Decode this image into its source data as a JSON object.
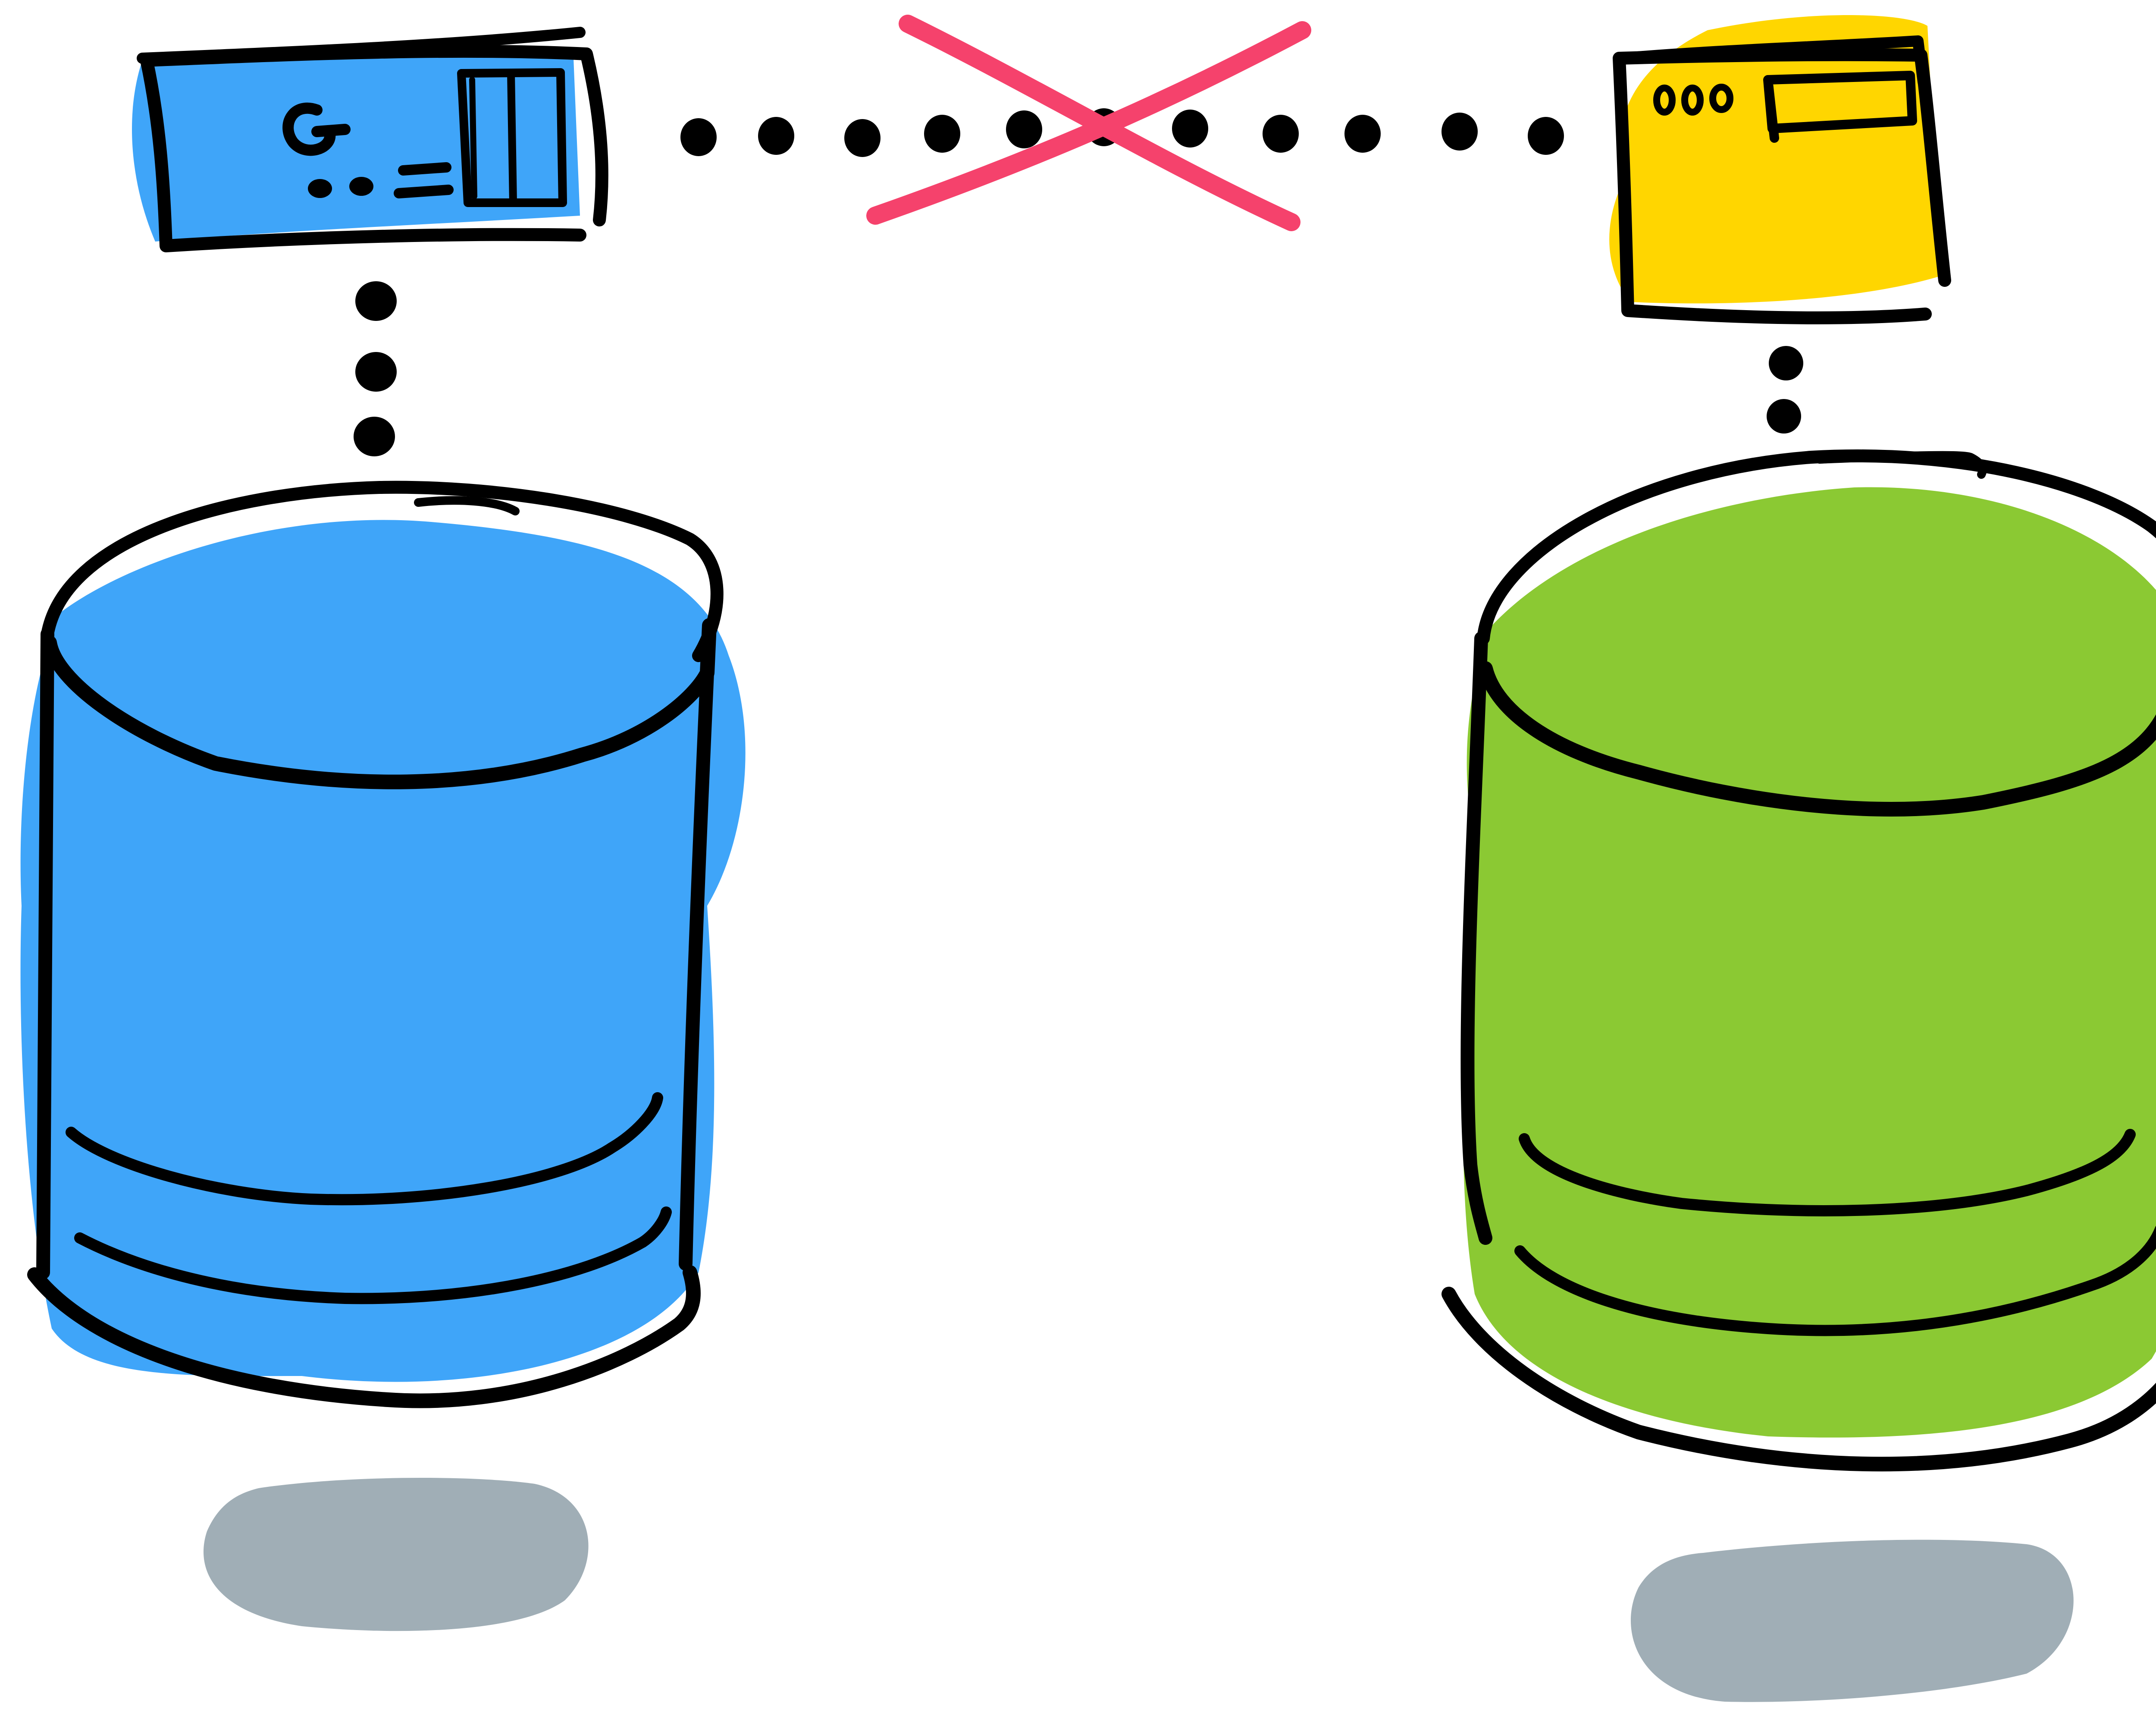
{
  "colors": {
    "background": "#ffffff",
    "ink": "#000000",
    "left_node": "#3fa5f9",
    "left_database": "#3fa5f9",
    "right_node": "#ffd600",
    "right_database": "#8bc933",
    "shadow": "#a0aeb6",
    "broken_link_cross": "#f5426c"
  },
  "nodes": [
    {
      "id": "left-server",
      "kind": "hardware-server-box",
      "icon": "power-button-and-drive-bays",
      "color": "left_node"
    },
    {
      "id": "right-server",
      "kind": "browser-window-box",
      "icon": "window-dots-and-address-bar",
      "color": "right_node"
    }
  ],
  "databases": [
    {
      "id": "left-database",
      "color": "left_database",
      "connected_to": "left-server"
    },
    {
      "id": "right-database",
      "color": "right_database",
      "connected_to": "right-server"
    }
  ],
  "links": [
    {
      "from": "left-server",
      "to": "left-database",
      "style": "dotted",
      "status": "connected"
    },
    {
      "from": "right-server",
      "to": "right-database",
      "style": "dotted",
      "status": "connected"
    },
    {
      "from": "left-server",
      "to": "right-server",
      "style": "dotted",
      "status": "broken",
      "marker": "cross"
    }
  ]
}
